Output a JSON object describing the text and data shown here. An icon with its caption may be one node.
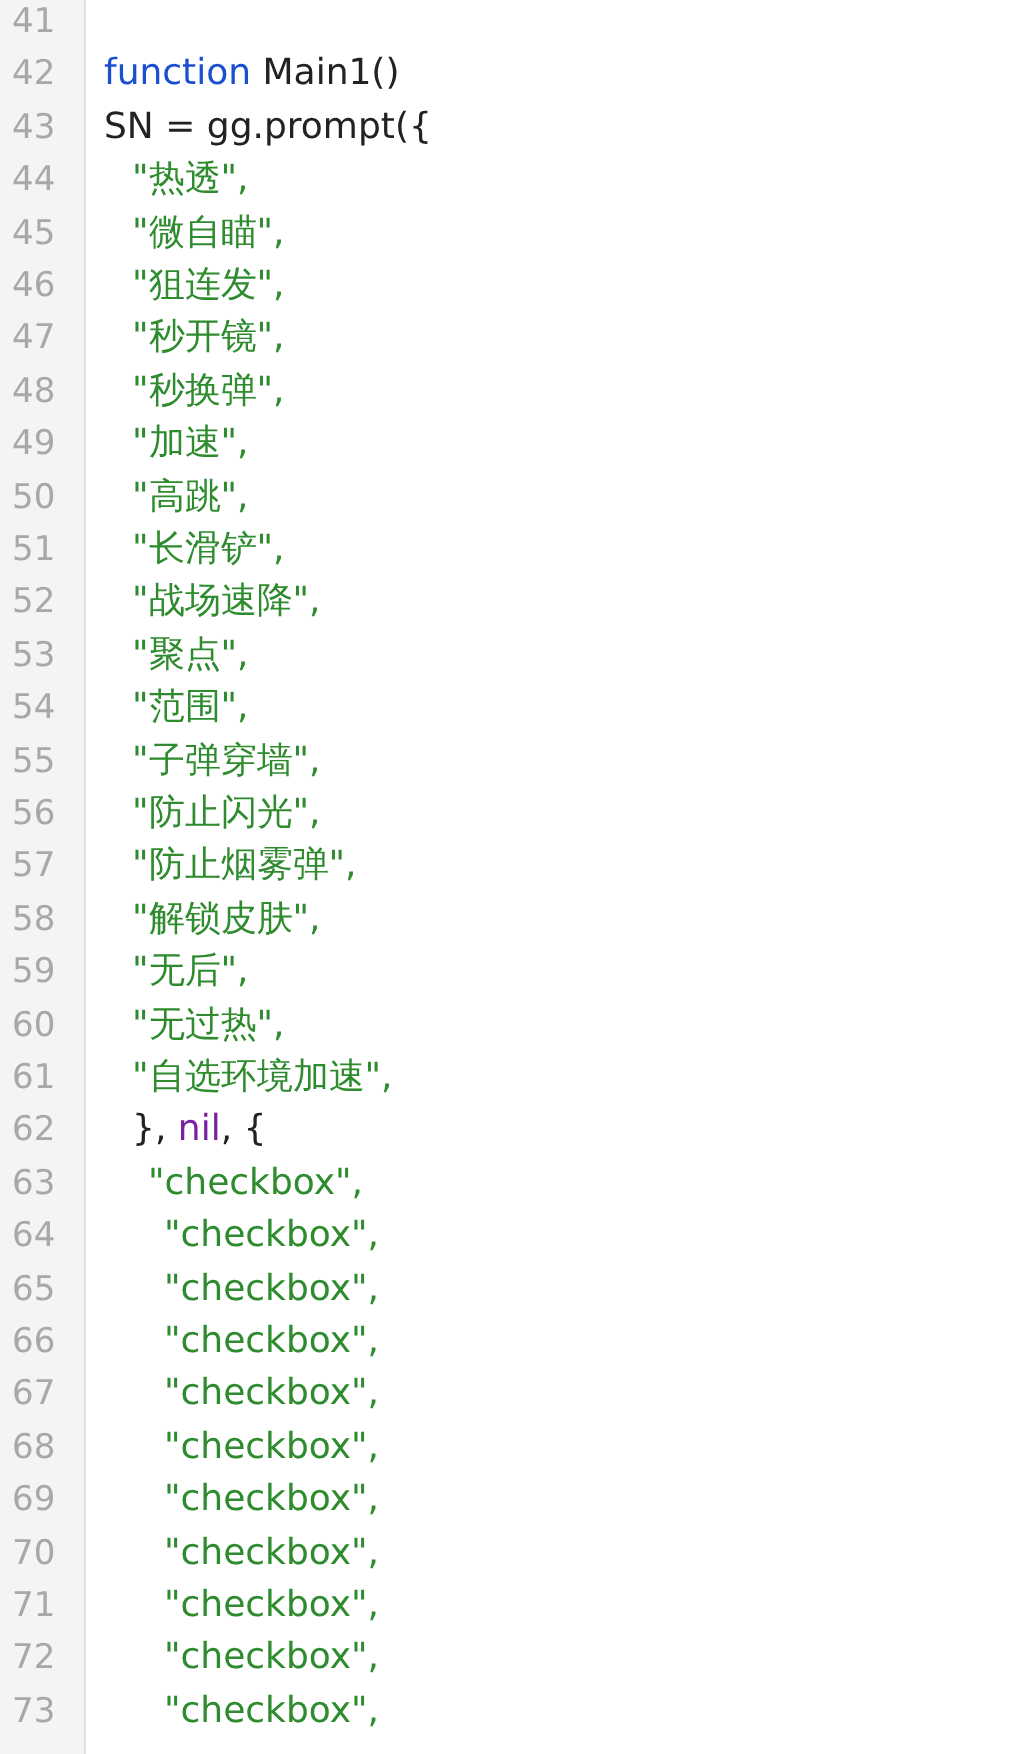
{
  "diagram": {
    "labels": [
      "41",
      "42",
      "function Main1()",
      "43",
      "SN = gg.prompt({",
      "44",
      "\"热透\",",
      "45",
      "\"微自瞄\",",
      "46",
      "\"狙连发\",",
      "47",
      "\"秒开镜\",",
      "48",
      "\"秒换弹\",",
      "49",
      "\"加速\",",
      "50",
      "\"高跳\",",
      "51",
      "\"长滑铲\",",
      "52",
      "\"战场速降\",",
      "53",
      "\"聚点\",",
      "54",
      "\"范围\",",
      "55",
      "\"子弹穿墙\",",
      "56",
      "\"防止闪光\",",
      "57",
      "\"防止烟雾弹\",",
      "58",
      "\"解锁皮肤\",",
      "59",
      "\"无后\",",
      "60",
      "\"无过热\",",
      "61",
      "\"自选环境加速\",",
      "62",
      "}, nil, {",
      "63",
      "\"checkbox\",",
      "64",
      "\"checkbox\",",
      "65",
      "\"checkbox\",",
      "66",
      "\"checkbox\",",
      "67",
      "\"checkbox\",",
      "68",
      "\"checkbox\",",
      "69",
      "\"checkbox\",",
      "70",
      "\"checkbox\",",
      "71",
      "\"checkbox\",",
      "72",
      "\"checkbox\",",
      "73",
      "\"checkbox\","
    ]
  }
}
